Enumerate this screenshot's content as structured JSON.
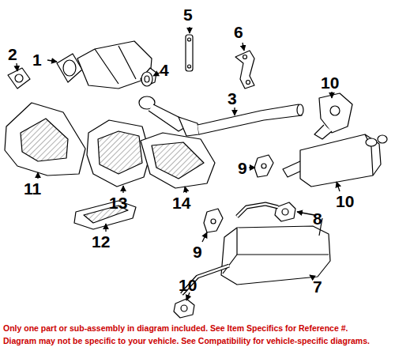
{
  "diagram": {
    "labels": [
      "5",
      "6",
      "2",
      "1",
      "4",
      "10",
      "3",
      "11",
      "13",
      "14",
      "9",
      "10",
      "8",
      "12",
      "9",
      "10",
      "7",
      "Only one part or sub-assembly in diagram included. See Item Specifics for Reference #.",
      "Diagram may not be specific to your vehicle. See Compatibility for vehicle-specific diagrams."
    ]
  }
}
